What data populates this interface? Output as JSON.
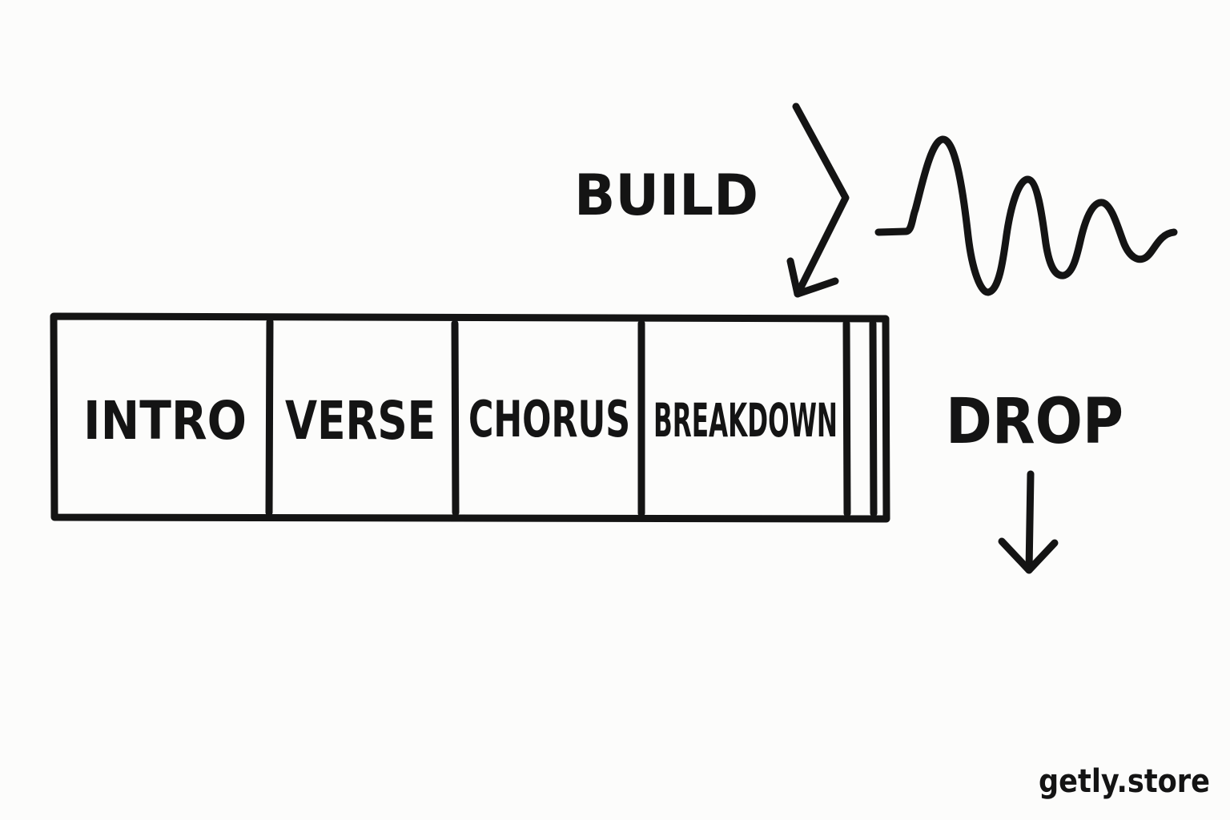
{
  "sections": [
    {
      "label": "INTRO"
    },
    {
      "label": "VERSE"
    },
    {
      "label": "CHORUS"
    },
    {
      "label": "BREAKDOWN"
    }
  ],
  "build_label": "BUILD",
  "drop_label": "DROP",
  "brand": "getly.store",
  "ink_color": "#141414",
  "background_color": "#fcfcfb"
}
